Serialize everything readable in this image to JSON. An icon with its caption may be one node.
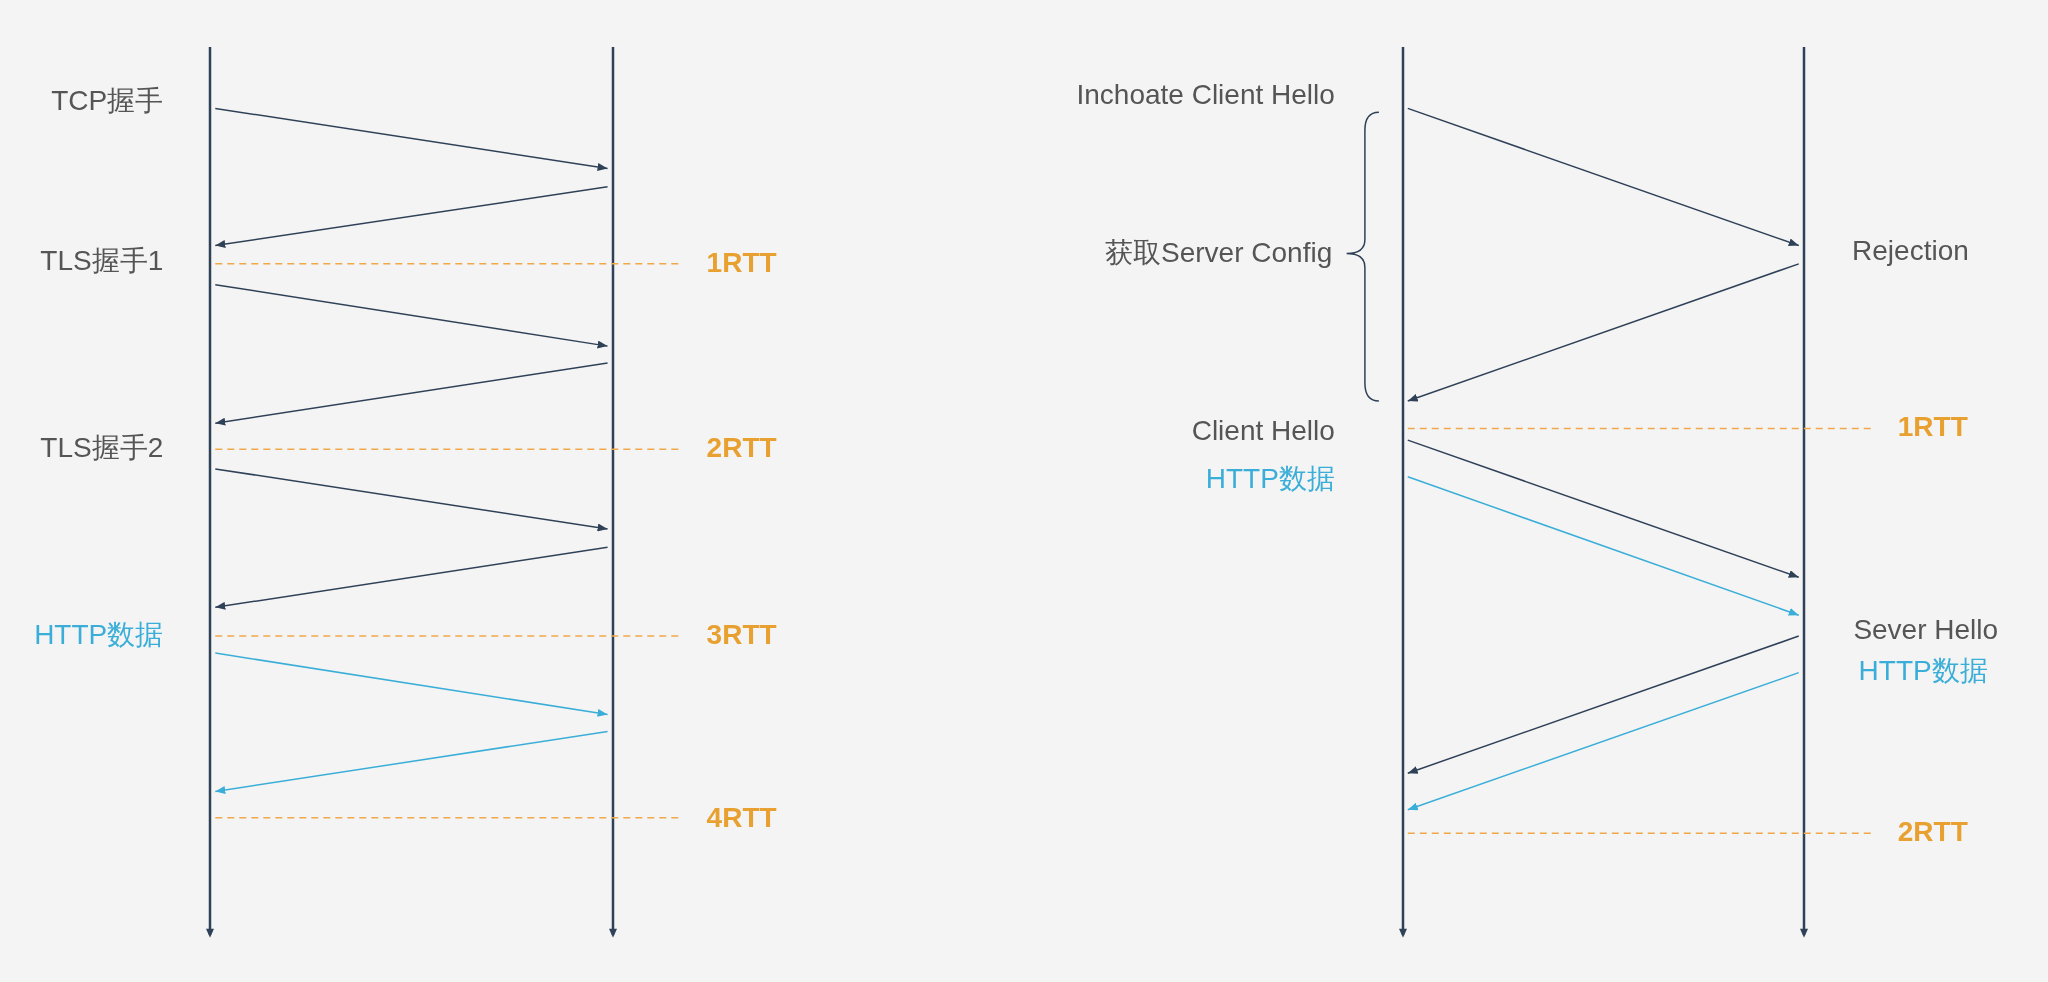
{
  "diagram": {
    "nodes": [
      {
        "text": [],
        "shape": "bar"
      },
      {
        "text": [],
        "shape": "bar"
      },
      {
        "text": [],
        "shape": "bar"
      },
      {
        "text": [],
        "shape": "bar"
      }
    ],
    "edges": [
      {
        "from": 0,
        "to": 1,
        "arrow": "to"
      },
      {
        "from": 1,
        "to": 0,
        "arrow": "to"
      },
      {
        "from": 0,
        "to": 1,
        "arrow": "to"
      },
      {
        "from": 1,
        "to": 0,
        "arrow": "to"
      },
      {
        "from": 0,
        "to": 1,
        "arrow": "to"
      },
      {
        "from": 1,
        "to": 0,
        "arrow": "to"
      },
      {
        "from": 0,
        "to": 1,
        "arrow": "to",
        "color": "#3aaed8"
      },
      {
        "from": 1,
        "to": 0,
        "arrow": "to",
        "color": "#3aaed8"
      },
      {
        "from": 2,
        "to": 3,
        "arrow": "to"
      },
      {
        "from": 3,
        "to": 2,
        "arrow": "to"
      },
      {
        "from": 2,
        "to": 3,
        "arrow": "to"
      },
      {
        "from": 2,
        "to": 3,
        "arrow": "to",
        "color": "#3aaed8"
      },
      {
        "from": 3,
        "to": 2,
        "arrow": "to"
      },
      {
        "from": 3,
        "to": 2,
        "arrow": "to",
        "color": "#3aaed8"
      }
    ],
    "labels": [
      "TCP握手",
      "TLS握手1",
      "1RTT",
      "TLS握手2",
      "2RTT",
      "HTTP数据",
      "3RTT",
      "4RTT",
      "Inchoate Client Hello",
      "获取Server Config",
      "Rejection",
      "Client Hello",
      "HTTP数据",
      "1RTT",
      "Sever Hello",
      "HTTP数据",
      "2RTT"
    ]
  }
}
